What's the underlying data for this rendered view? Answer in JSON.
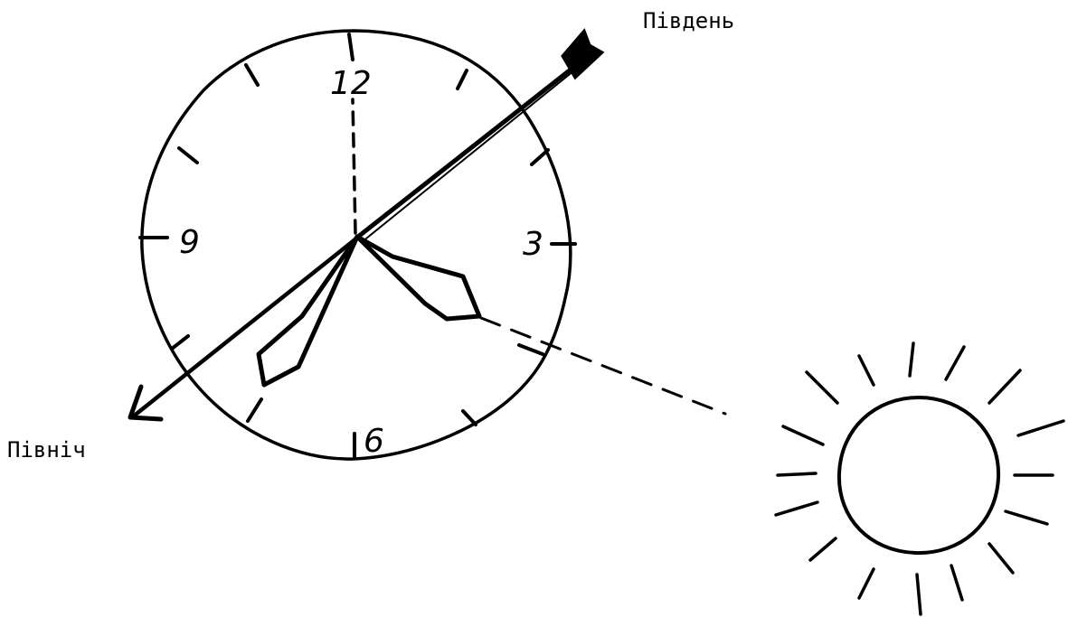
{
  "clock": {
    "numerals": {
      "twelve": "12",
      "three": "3",
      "six": "6",
      "nine": "9"
    }
  },
  "directions": {
    "south": "Південь",
    "north": "Північ"
  },
  "colors": {
    "ink": "#000000",
    "background": "#ffffff"
  }
}
